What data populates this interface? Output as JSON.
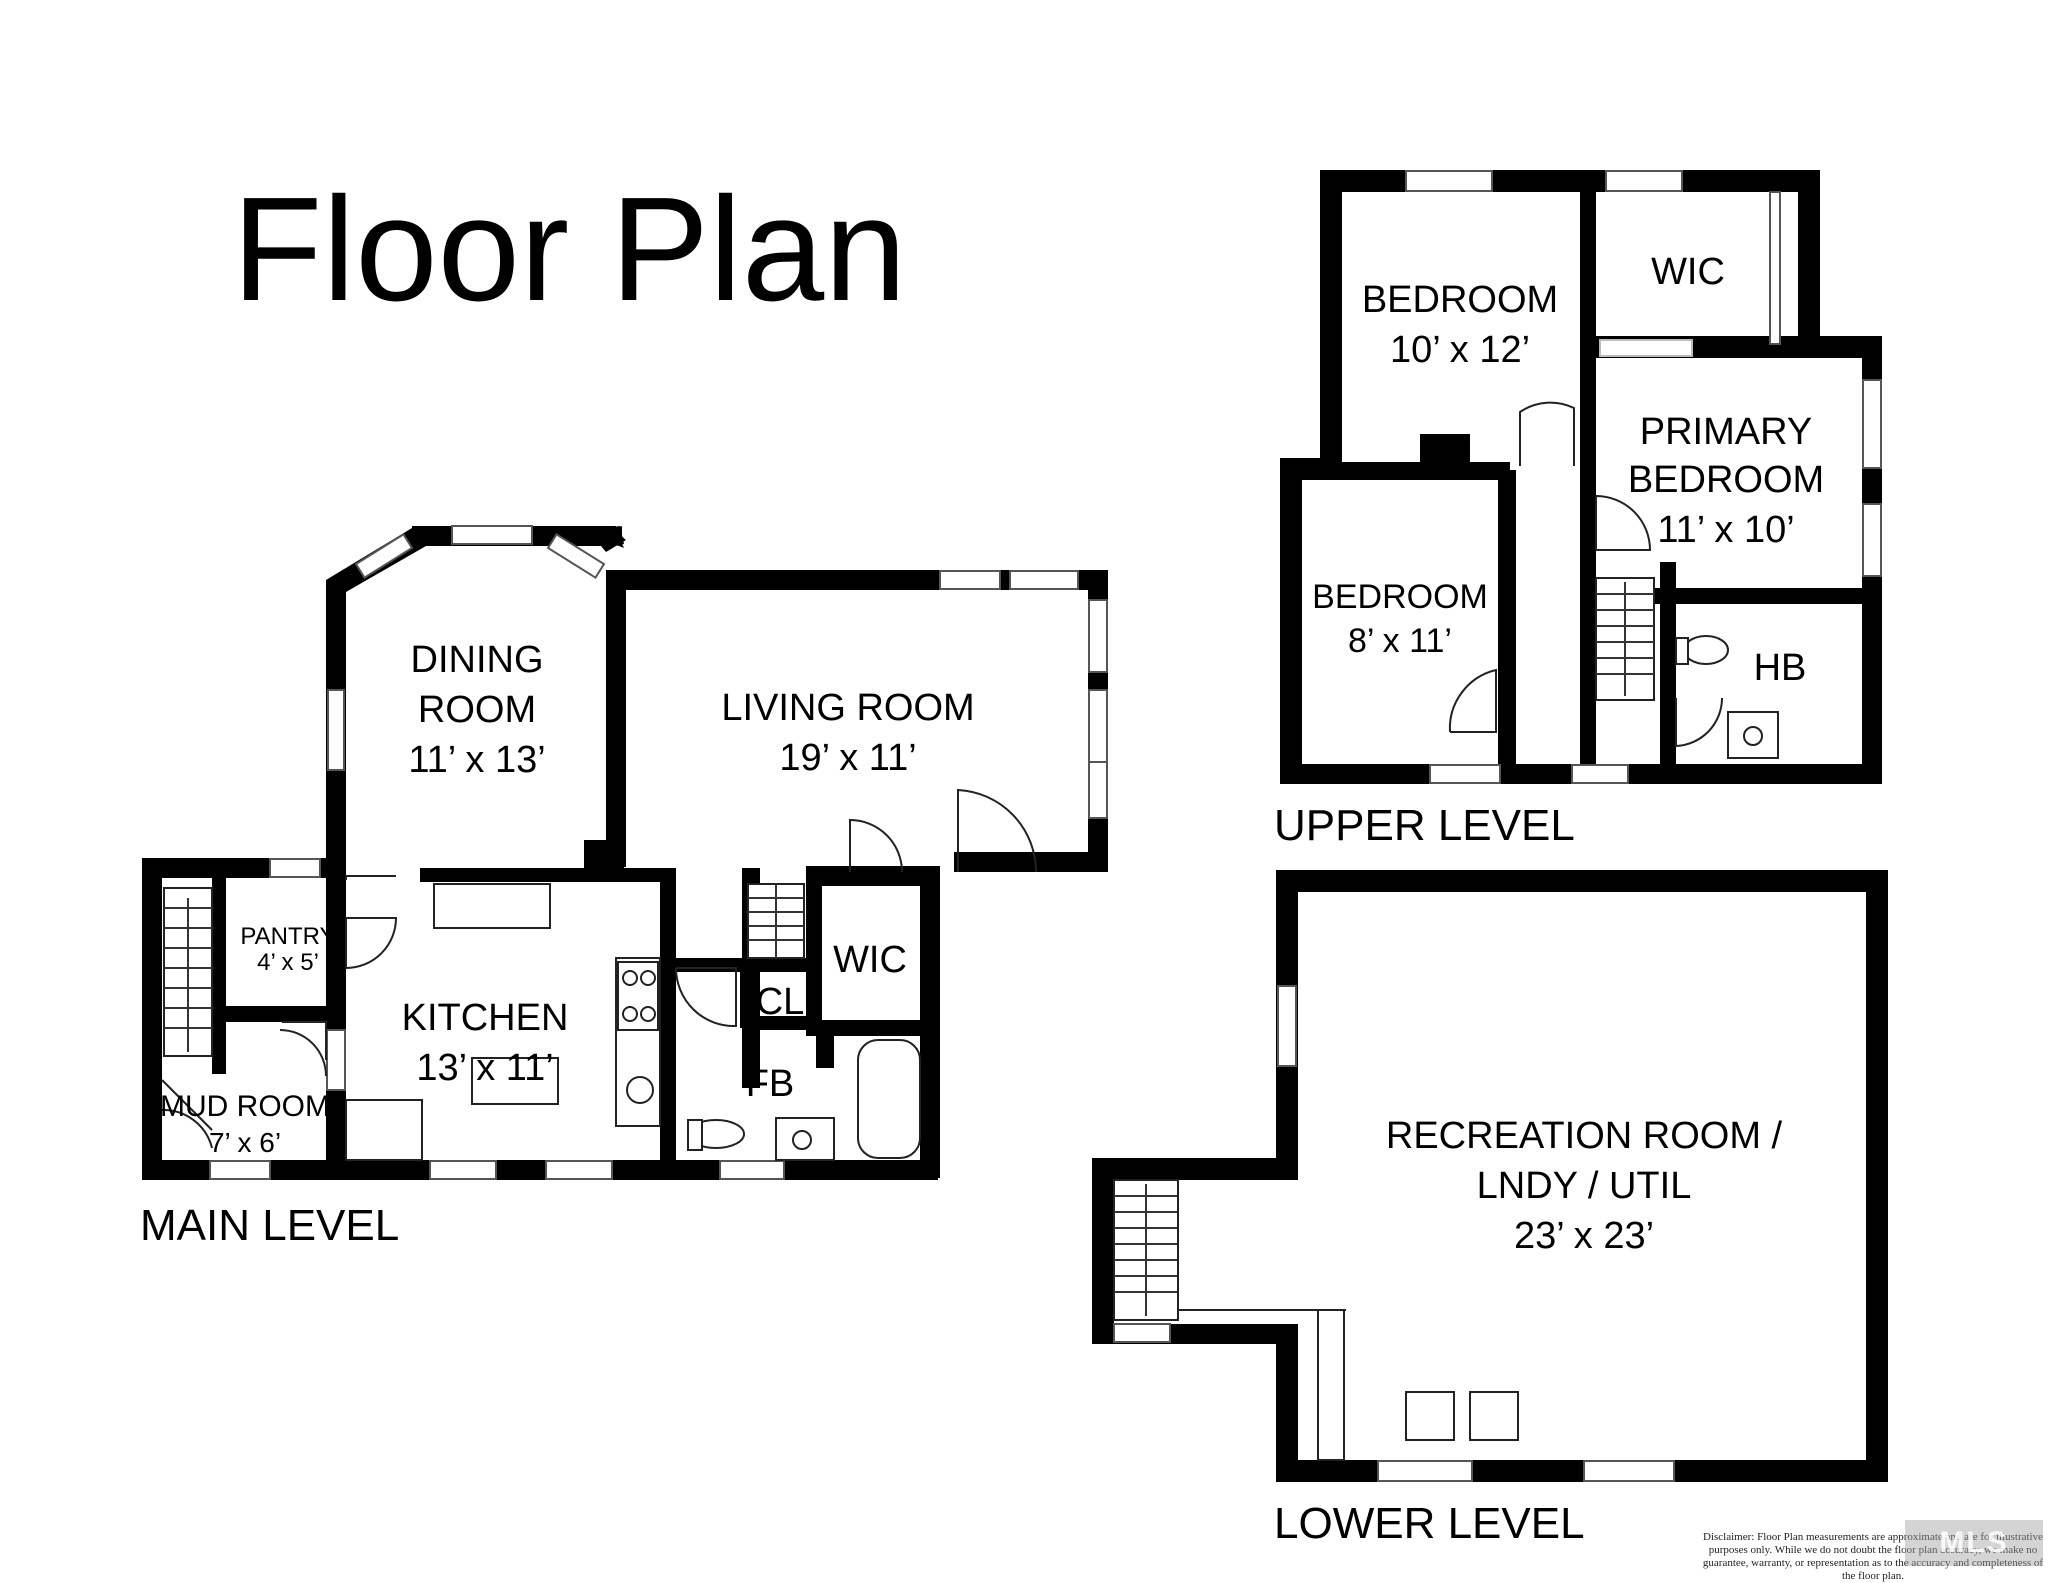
{
  "title": "Floor Plan",
  "levels": {
    "main": "MAIN LEVEL",
    "upper": "UPPER LEVEL",
    "lower": "LOWER LEVEL"
  },
  "rooms": {
    "dining_name_1": "DINING",
    "dining_name_2": "ROOM",
    "dining_size": "11’ x 13’",
    "living_name": "LIVING ROOM",
    "living_size": "19’ x 11’",
    "kitchen_name": "KITCHEN",
    "kitchen_size": "13’ x 11’",
    "pantry_name": "PANTRY",
    "pantry_size": "4’ x 5’",
    "mud_name": "MUD ROOM",
    "mud_size": "7’ x 6’",
    "fb_name": "FB",
    "cl_name": "CL",
    "wic_main_name": "WIC",
    "bedroom_upper_name": "BEDROOM",
    "bedroom_upper_size": "10’ x 12’",
    "wic_upper_name": "WIC",
    "primary_name_1": "PRIMARY",
    "primary_name_2": "BEDROOM",
    "primary_size": "11’ x 10’",
    "bedroom_small_name": "BEDROOM",
    "bedroom_small_size": "8’ x 11’",
    "hb_name": "HB",
    "rec_name_1": "RECREATION ROOM /",
    "rec_name_2": "LNDY / UTIL",
    "rec_size": "23’ x 23’"
  },
  "disclaimer": "Disclaimer: Floor Plan measurements are approximate and are for illustrative purposes only. While we do not doubt the floor plan accuracy, we make no guarantee, warranty, or representation as to the accuracy and completeness of the floor plan.",
  "watermark": "MLS"
}
